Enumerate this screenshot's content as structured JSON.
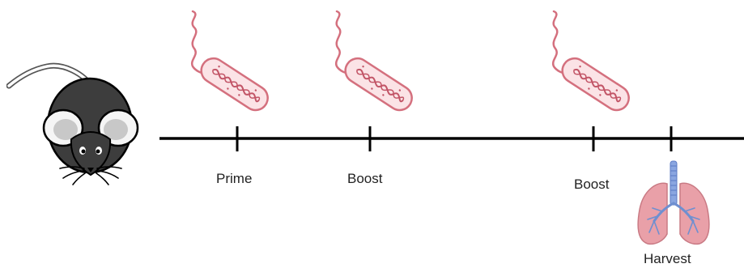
{
  "timeline": {
    "events": [
      {
        "label": "Prime"
      },
      {
        "label": "Boost"
      },
      {
        "label": "Boost"
      },
      {
        "label": "Harvest"
      }
    ]
  },
  "icons": {
    "subject": "mouse-icon",
    "inoculum": "bacterium-icon",
    "organ": "lungs-icon"
  },
  "colors": {
    "line": "#000000",
    "mouse_body": "#3d3d3d",
    "mouse_ear": "#c8c8c8",
    "bacterium_fill": "#fbe3e6",
    "bacterium_stroke": "#d4707e",
    "lungs_fill": "#e9a0a8",
    "trachea": "#6f8fd0"
  }
}
